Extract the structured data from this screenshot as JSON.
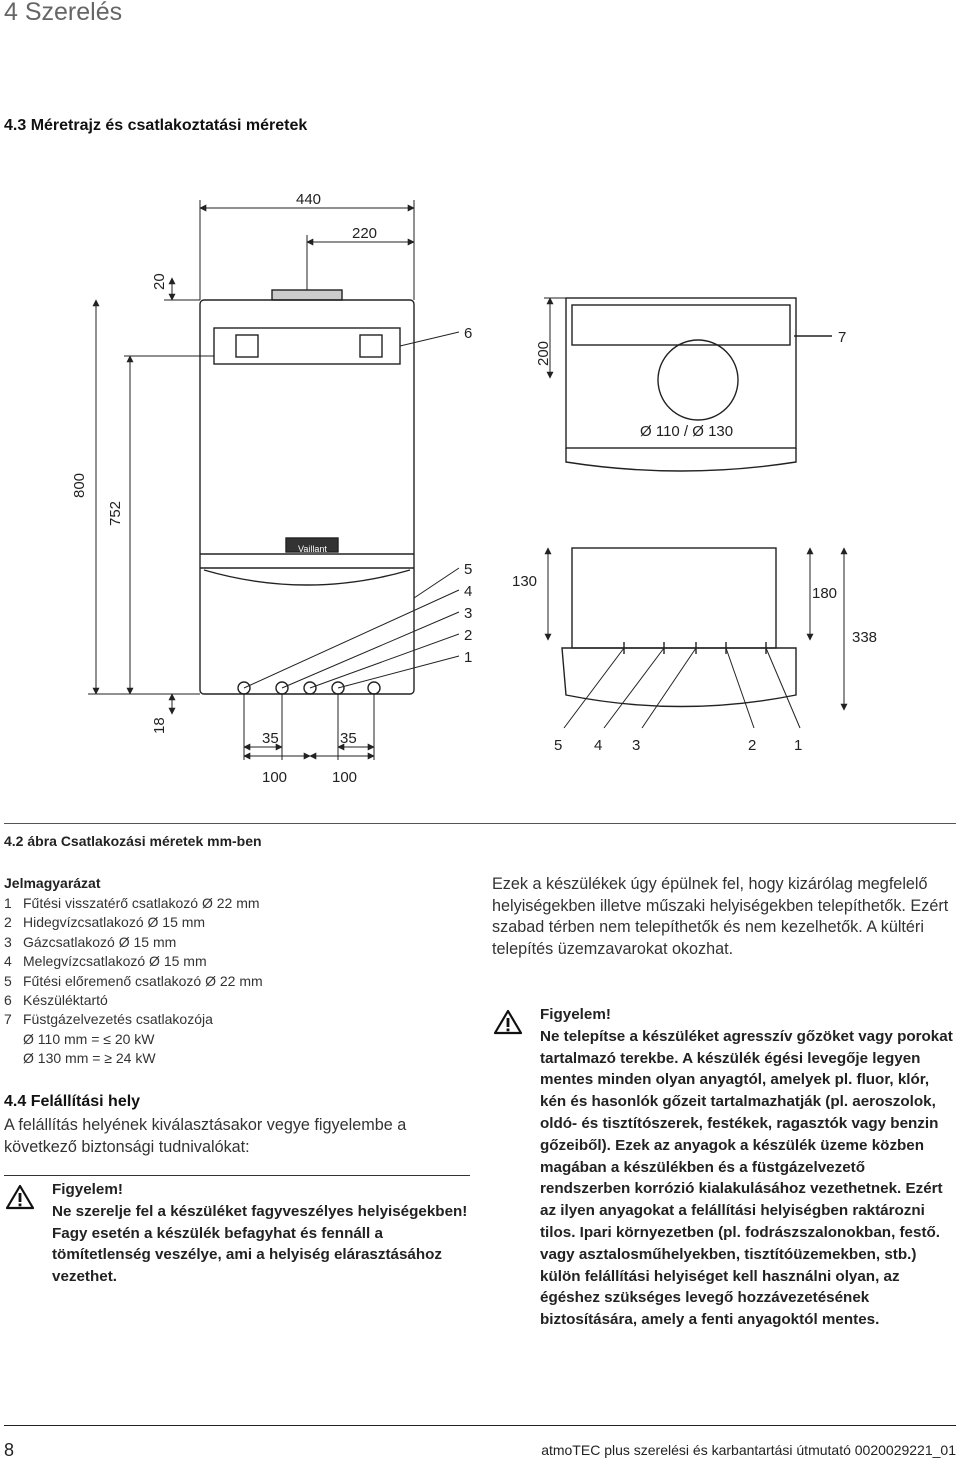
{
  "header": {
    "chapter": "4 Szerelés",
    "section": "4.3   Méretrajz és csatlakoztatási méretek"
  },
  "figure": {
    "dimensions": {
      "width_total": "440",
      "half": "220",
      "top_gap": "20",
      "height_total": "800",
      "height_inner": "752",
      "bottom_gap": "18",
      "spacing_left": "35",
      "spacing_right": "35",
      "offset_left": "100",
      "offset_right": "100",
      "flue_height": "200",
      "flue_diameter": "Ø 110 / Ø 130",
      "depth_130": "130",
      "depth_180": "180",
      "depth_338": "338"
    },
    "callouts": {
      "c6": "6",
      "c7": "7",
      "c5": "5",
      "c4": "4",
      "c3": "3",
      "c2": "2",
      "c1": "1",
      "b5": "5",
      "b4": "4",
      "b3": "3",
      "b2": "2",
      "b1": "1"
    },
    "brand_label": "Vaillant"
  },
  "caption": "4.2 ábra Csatlakozási méretek mm-ben",
  "legend": {
    "title": "Jelmagyarázat",
    "items": [
      {
        "n": "1",
        "text": "Fűtési visszatérő csatlakozó Ø 22 mm"
      },
      {
        "n": "2",
        "text": "Hidegvízcsatlakozó Ø 15 mm"
      },
      {
        "n": "3",
        "text": "Gázcsatlakozó Ø 15 mm"
      },
      {
        "n": "4",
        "text": "Melegvízcsatlakozó Ø 15 mm"
      },
      {
        "n": "5",
        "text": "Fűtési előremenő csatlakozó Ø 22 mm"
      },
      {
        "n": "6",
        "text": "Készüléktartó"
      },
      {
        "n": "7",
        "text": "Füstgázelvezetés csatlakozója"
      }
    ],
    "sub1": "Ø 110 mm = ≤ 20 kW",
    "sub2": "Ø 130 mm = ≥ 24 kW"
  },
  "section44": {
    "title": "4.4     Felállítási hely",
    "intro": "A felállítás helyének kiválasztásakor vegye figyelembe a következő biztonsági tudnivalókat:",
    "warn1": {
      "label": "Figyelem!",
      "text": "Ne szerelje fel a készüléket fagyveszélyes helyiségekben! Fagy esetén a készülék befagyhat és fennáll a tömítetlenség veszélye, ami a helyiség elárasztásához vezethet."
    }
  },
  "right_column": {
    "para": "Ezek a készülékek úgy épülnek fel, hogy kizárólag megfelelő helyiségekben illetve műszaki helyiségekben telepíthetők. Ezért szabad térben nem telepíthetők és nem kezelhetők. A kültéri telepítés üzemzavarokat okozhat.",
    "warn2": {
      "label": "Figyelem!",
      "text": "Ne telepítse a készüléket agresszív gőzöket vagy porokat tartalmazó terekbe. A készülék égési levegője legyen mentes minden olyan anyagtól, amelyek pl. fluor, klór, kén és hasonlók gőzeit tartalmazhatják (pl. aeroszolok, oldó- és tisztítószerek, festékek, ragasztók vagy benzin gőzeiből). Ezek az anyagok a készülék üzeme közben magában a készülékben és a füstgázelvezető rendszerben korrózió kialakulásához vezethetnek. Ezért az ilyen anyagokat a felállítási helyiségben raktározni tilos. Ipari környezetben (pl. fodrászszalonokban, festő. vagy asztalosműhelyekben, tisztítóüzemekben, stb.) külön felállítási helyiséget kell használni olyan, az égéshez szükséges levegő hozzávezetésének biztosítására, amely a fenti anyagoktól mentes."
    }
  },
  "footer": {
    "page": "8",
    "doc": "atmoTEC plus szerelési és karbantartási útmutató 0020029221_01"
  }
}
